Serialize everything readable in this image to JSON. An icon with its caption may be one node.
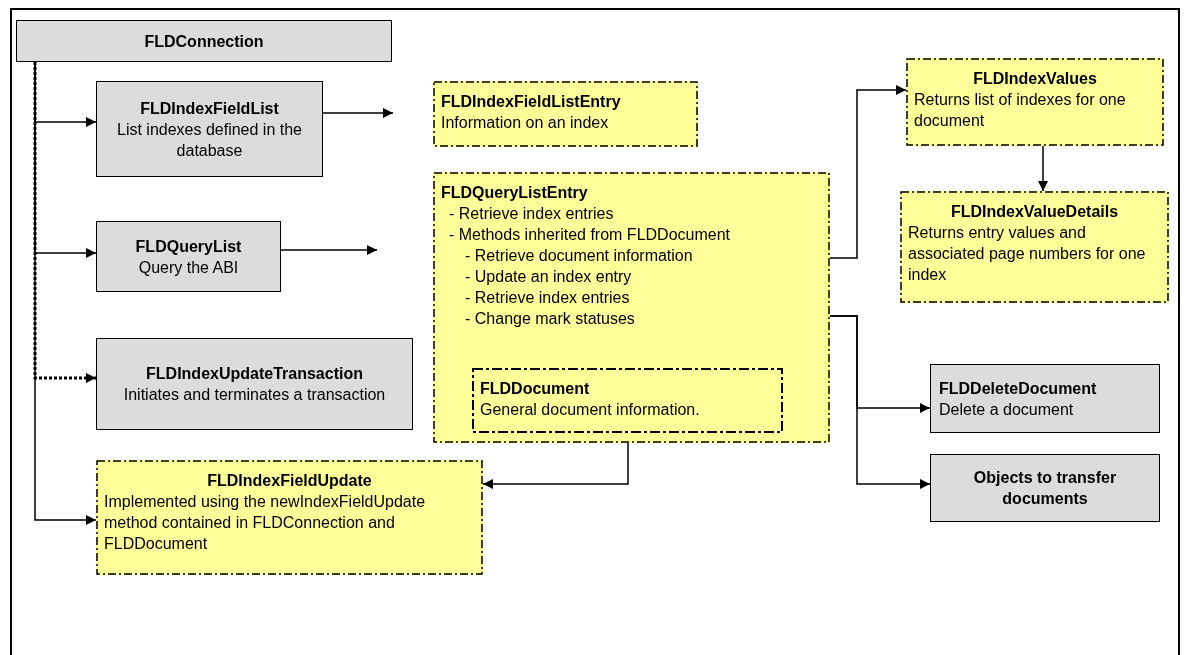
{
  "diagram": {
    "nodes": [
      {
        "text": [
          "FLDConnection"
        ]
      },
      {
        "text": [
          "FLDIndexFieldList",
          "List indexes defined in the database"
        ]
      },
      {
        "text": [
          "FLDIndexFieldListEntry",
          "Information on an index"
        ]
      },
      {
        "text": [
          "FLDQueryList",
          "Query the ABI"
        ]
      },
      {
        "text": [
          "FLDQueryListEntry",
          "- Retrieve index entries",
          "- Methods inherited from FLDDocument",
          "- Retrieve document information",
          "- Update an index entry",
          "- Retrieve index entries",
          "- Change mark statuses"
        ]
      },
      {
        "text": [
          "FLDDocument",
          "General document information."
        ],
        "in": 4
      },
      {
        "text": [
          "FLDIndexUpdateTransaction",
          "Initiates and terminates a transaction"
        ]
      },
      {
        "text": [
          "FLDIndexFieldUpdate",
          "Implemented using the newIndexFieldUpdate method contained in FLDConnection and FLDDocument"
        ]
      },
      {
        "text": [
          "FLDIndexValues",
          "Returns list of indexes for one document"
        ]
      },
      {
        "text": [
          "FLDIndexValueDetails",
          "Returns entry values and associated page numbers for one index"
        ]
      },
      {
        "text": [
          "FLDDeleteDocument",
          "Delete a document"
        ]
      },
      {
        "text": [
          "Objects to transfer documents"
        ]
      }
    ],
    "edges": [
      {
        "from": 0,
        "to": 1,
        "arrow": "to"
      },
      {
        "from": 0,
        "to": 3,
        "arrow": "to"
      },
      {
        "from": 0,
        "to": 6,
        "arrow": "to",
        "style": "dashed"
      },
      {
        "from": 0,
        "to": 7,
        "arrow": "to"
      },
      {
        "from": 1,
        "to": null,
        "arrow": "to"
      },
      {
        "from": 3,
        "to": null,
        "arrow": "to"
      },
      {
        "from": 4,
        "to": 8,
        "arrow": "to"
      },
      {
        "from": 8,
        "to": 9,
        "arrow": "to"
      },
      {
        "from": 4,
        "to": 10,
        "arrow": "to"
      },
      {
        "from": 4,
        "to": 11,
        "arrow": "to"
      },
      {
        "from": 4,
        "to": 7,
        "arrow": "to"
      }
    ]
  }
}
